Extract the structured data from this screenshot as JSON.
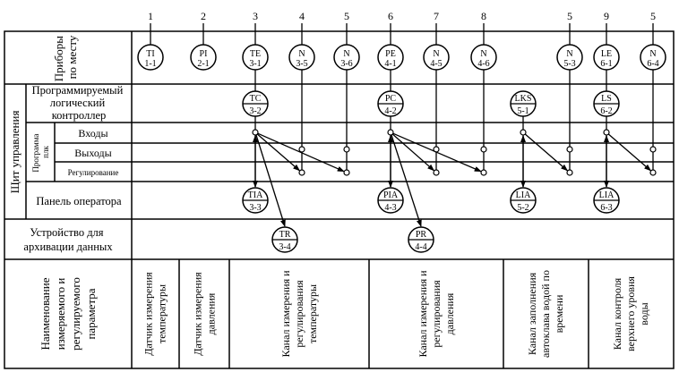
{
  "colors": {
    "line": "#000000",
    "background": "#ffffff"
  },
  "rows": {
    "field_devices": [
      "Приборы",
      "по месту"
    ],
    "control_panel": "Щит управления",
    "plc": [
      "Программируемый",
      "логический",
      "контроллер"
    ],
    "plc_program": [
      "Программа",
      "плк"
    ],
    "inputs": "Входы",
    "outputs": "Выходы",
    "regulation": "Регулирование",
    "operator_panel": "Панель оператора",
    "archive_device": [
      "Устройство для",
      "архивации данных"
    ]
  },
  "bottom": {
    "header": [
      "Наименование",
      "измеряемого и",
      "регулируемого",
      "параметра"
    ],
    "channels": [
      {
        "lines": [
          "Датчик измерения",
          "температуры"
        ]
      },
      {
        "lines": [
          "Датчик измерения",
          "давления"
        ]
      },
      {
        "lines": [
          "Канал измерения  и",
          "регулирования",
          "температуры"
        ]
      },
      {
        "lines": [
          "Канал измерения  и",
          "регулирования",
          "давления"
        ]
      },
      {
        "lines": [
          "Канал  заполнения",
          "автоклава водой по",
          "времени"
        ]
      },
      {
        "lines": [
          "Канал контроля",
          "верхнего уровня",
          "воды"
        ]
      }
    ]
  },
  "positions": [
    {
      "num": "1",
      "code": "TI",
      "id": "1-1"
    },
    {
      "num": "2",
      "code": "PI",
      "id": "2-1"
    },
    {
      "num": "3",
      "code": "TE",
      "id": "3-1"
    },
    {
      "num": "4",
      "code": "N",
      "id": "3-5"
    },
    {
      "num": "5",
      "code": "N",
      "id": "3-6"
    },
    {
      "num": "6",
      "code": "PE",
      "id": "4-1"
    },
    {
      "num": "7",
      "code": "N",
      "id": "4-5"
    },
    {
      "num": "8",
      "code": "N",
      "id": "4-6"
    },
    {
      "num": "5",
      "code": "N",
      "id": "5-3"
    },
    {
      "num": "9",
      "code": "LE",
      "id": "6-1"
    },
    {
      "num": "5",
      "code": "N",
      "id": "6-4"
    }
  ],
  "plc_devices": [
    {
      "code": "TC",
      "id": "3-2"
    },
    {
      "code": "PC",
      "id": "4-2"
    },
    {
      "code": "LKS",
      "id": "5-1"
    },
    {
      "code": "LS",
      "id": "6-2"
    }
  ],
  "panel_devices": [
    {
      "code": "TIA",
      "id": "3-3"
    },
    {
      "code": "PIA",
      "id": "4-3"
    },
    {
      "code": "LIA",
      "id": "5-2"
    },
    {
      "code": "LIA",
      "id": "6-3"
    }
  ],
  "archive_devices": [
    {
      "code": "TR",
      "id": "3-4"
    },
    {
      "code": "PR",
      "id": "4-4"
    }
  ]
}
